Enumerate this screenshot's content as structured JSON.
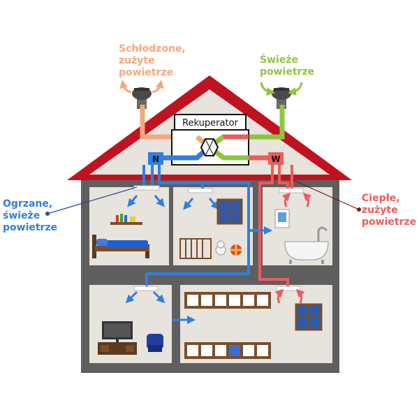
{
  "labels": {
    "cooled_exhaust": "Schłodzone,\nzużyte\npowietrze",
    "fresh_air": "Świeże\npowietrze",
    "heated_fresh": "Ogrzane,\nświeże\npowietrze",
    "warm_exhaust": "Ciepłe,\nzużyte\npowietrze",
    "recuperator": "Rekuperator",
    "north_port": "N",
    "west_port": "W"
  },
  "colors": {
    "cooled": "#f5a77c",
    "fresh": "#8dc63f",
    "heated": "#2f7fe0",
    "warm": "#ef5b5b",
    "roof": "#c1121f",
    "wall": "#5f5f5f",
    "room": "#e7e3dd"
  }
}
